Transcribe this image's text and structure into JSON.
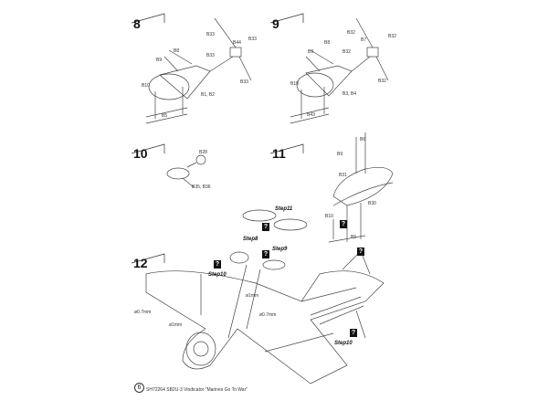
{
  "steps": {
    "s8": {
      "number": "8",
      "labels": [
        "B33",
        "B44",
        "B33",
        "B33",
        "B8",
        "B9",
        "B10",
        "B1, B2",
        "B33",
        "B5"
      ]
    },
    "s9": {
      "number": "9",
      "labels": [
        "B32",
        "B7",
        "B32",
        "B32",
        "B8",
        "B9",
        "B10",
        "B3, B4",
        "B32",
        "B43"
      ]
    },
    "s10": {
      "number": "10",
      "labels": [
        "B28",
        "B35, B36"
      ]
    },
    "s11": {
      "number": "11",
      "labels": [
        "B6",
        "B9",
        "B31",
        "B30",
        "B10",
        "B5"
      ]
    },
    "s12": {
      "number": "12",
      "refs": [
        "Step11",
        "Step8",
        "Step9",
        "Step10",
        "Step10"
      ],
      "drills": [
        "ø1mm",
        "ø0.7mm",
        "ø1mm",
        "ø0.7mm"
      ]
    }
  },
  "question_mark": "?",
  "footer": {
    "page": "6",
    "title": "SH72264 SB2U-3 Vindicator \"Marines Go To War\""
  }
}
